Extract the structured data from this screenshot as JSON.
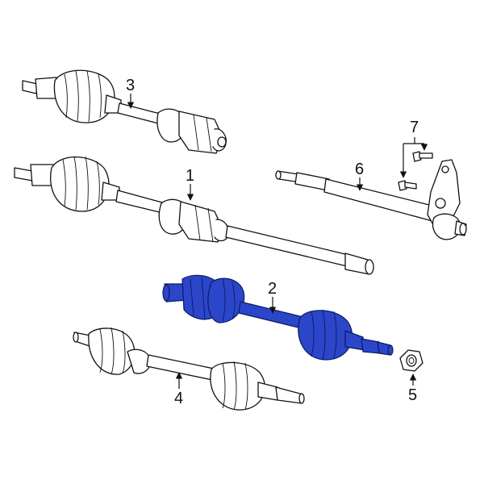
{
  "callouts": {
    "c1": "1",
    "c2": "2",
    "c3": "3",
    "c4": "4",
    "c5": "5",
    "c6": "6",
    "c7": "7"
  },
  "colors": {
    "highlight": "#2b46c8",
    "line": "#111111",
    "background": "#ffffff"
  }
}
